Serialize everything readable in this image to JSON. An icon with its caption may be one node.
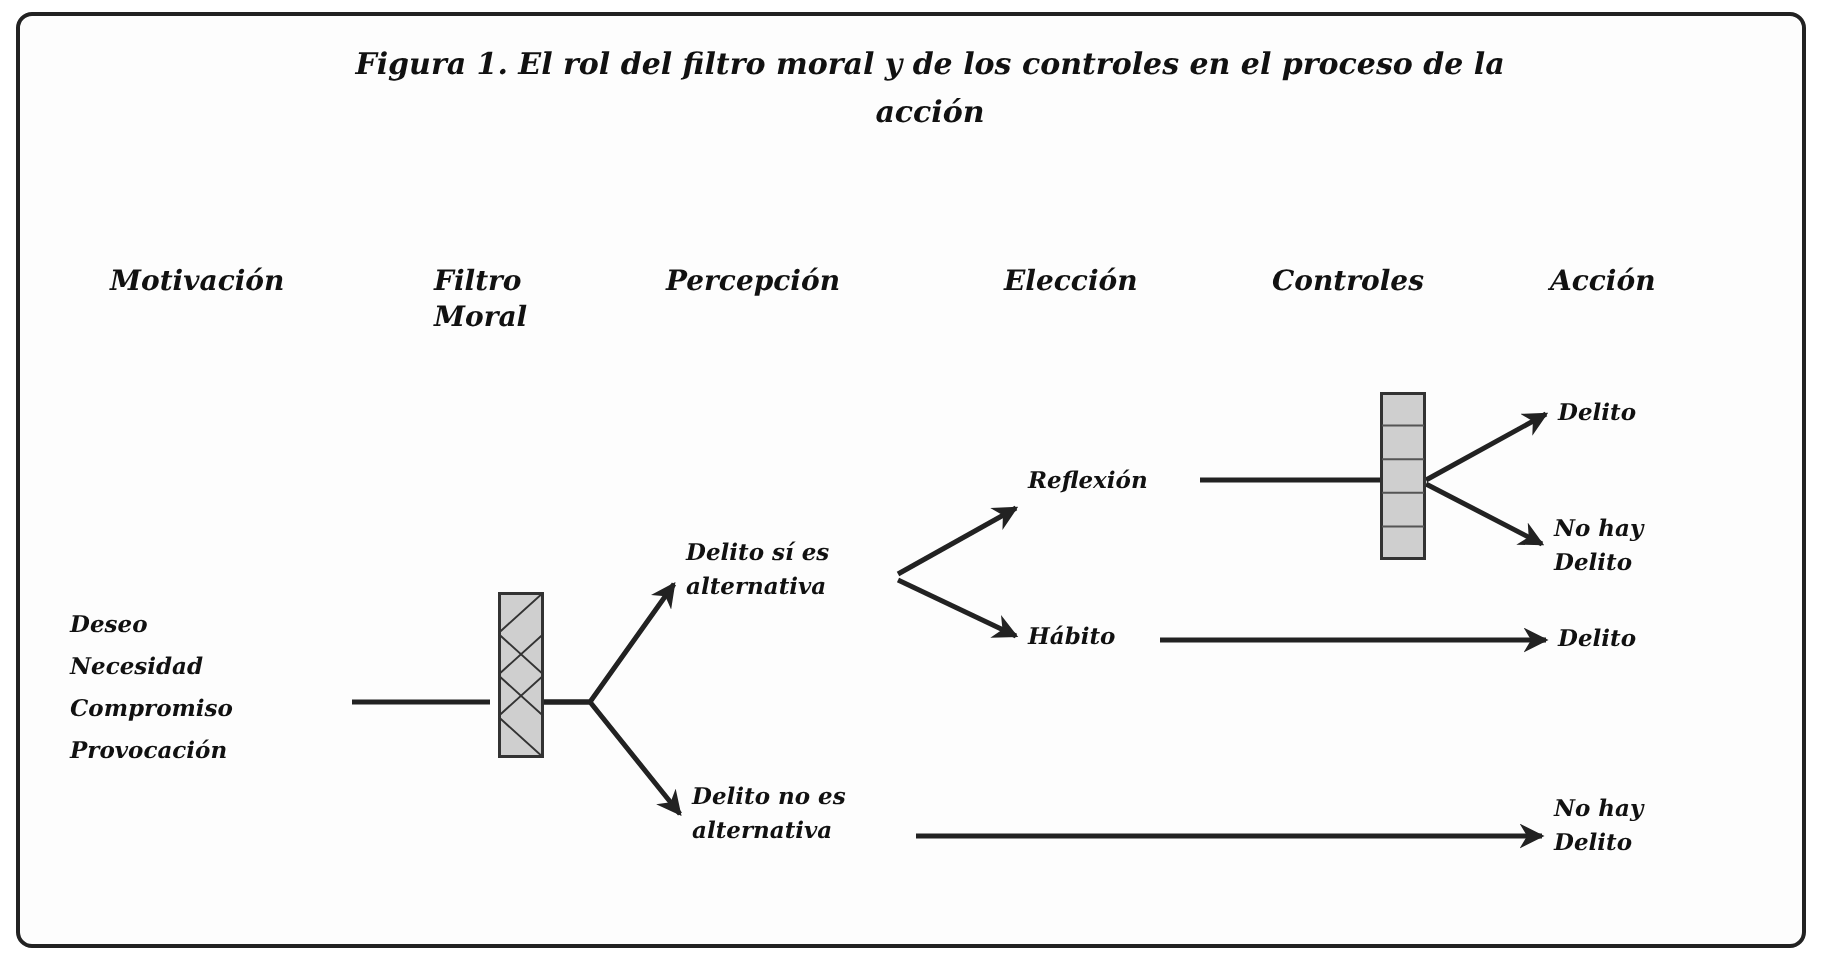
{
  "diagram": {
    "title": "Figura 1. El rol del filtro moral y de los controles en el proceso de la acción",
    "nodes": [
      {
        "text": [
          "Deseo",
          "Necesidad",
          "Compromiso",
          "Provocación"
        ]
      },
      {
        "text": [],
        "shape": "bar"
      },
      {
        "text": [
          "Delito sí es alternativa"
        ]
      },
      {
        "text": [
          "Delito no es alternativa"
        ]
      },
      {
        "text": [
          "Reflexión"
        ]
      },
      {
        "text": [
          "Hábito"
        ]
      },
      {
        "text": [],
        "shape": "bar"
      },
      {
        "text": [
          "Delito"
        ]
      },
      {
        "text": [
          "No hay Delito"
        ]
      },
      {
        "text": [
          "Delito"
        ]
      },
      {
        "text": [
          "No hay Delito"
        ]
      }
    ],
    "edges": [
      {
        "from": 0,
        "to": 1,
        "arrow": "none"
      },
      {
        "from": 1,
        "to": 2,
        "arrow": "to"
      },
      {
        "from": 1,
        "to": 3,
        "arrow": "to"
      },
      {
        "from": 2,
        "to": 4,
        "arrow": "to"
      },
      {
        "from": 2,
        "to": 5,
        "arrow": "to"
      },
      {
        "from": 4,
        "to": 6,
        "arrow": "none"
      },
      {
        "from": 6,
        "to": 7,
        "arrow": "to"
      },
      {
        "from": 6,
        "to": 8,
        "arrow": "to"
      },
      {
        "from": 5,
        "to": 9,
        "arrow": "to"
      },
      {
        "from": 3,
        "to": 10,
        "arrow": "to"
      }
    ],
    "labels": [
      "Motivación",
      "Filtro Moral",
      "Percepción",
      "Elección",
      "Controles",
      "Acción"
    ]
  }
}
